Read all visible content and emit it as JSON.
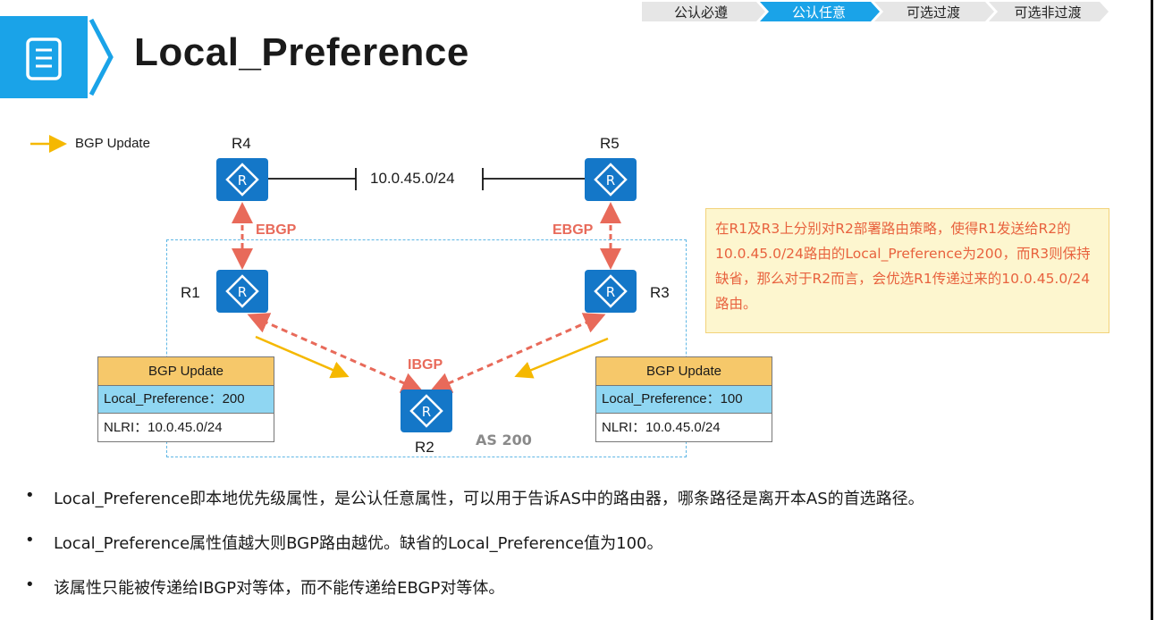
{
  "header": {
    "title": "Local_Preference",
    "breadcrumb": [
      {
        "label": "公认必遵",
        "active": false
      },
      {
        "label": "公认任意",
        "active": true
      },
      {
        "label": "可选过渡",
        "active": false
      },
      {
        "label": "可选非过渡",
        "active": false
      }
    ]
  },
  "legend": {
    "label": "BGP Update"
  },
  "routers": {
    "r4": "R4",
    "r5": "R5",
    "r1": "R1",
    "r3": "R3",
    "r2": "R2"
  },
  "links": {
    "subnet": "10.0.45.0/24",
    "ebgp_left": "EBGP",
    "ebgp_right": "EBGP",
    "ibgp": "IBGP"
  },
  "as_label": "AS 200",
  "updates": {
    "left": {
      "title": "BGP Update",
      "local_pref": "Local_Preference：200",
      "nlri": "NLRI：10.0.45.0/24"
    },
    "right": {
      "title": "BGP Update",
      "local_pref": "Local_Preference：100",
      "nlri": "NLRI：10.0.45.0/24"
    }
  },
  "note": "在R1及R3上分别对R2部署路由策略，使得R1发送给R2的10.0.45.0/24路由的Local_Preference为200，而R3则保持缺省，那么对于R2而言，会优选R1传递过来的10.0.45.0/24路由。",
  "bullets": [
    "Local_Preference即本地优先级属性，是公认任意属性，可以用于告诉AS中的路由器，哪条路径是离开本AS的首选路径。",
    "Local_Preference属性值越大则BGP路由越优。缺省的Local_Preference值为100。",
    "该属性只能被传递给IBGP对等体，而不能传递给EBGP对等体。"
  ],
  "colors": {
    "accent": "#1aa3e8",
    "router": "#1477c8",
    "session": "#e86a5a",
    "update_arrow": "#f5b800",
    "active_crumb": "#1aa3e8"
  }
}
